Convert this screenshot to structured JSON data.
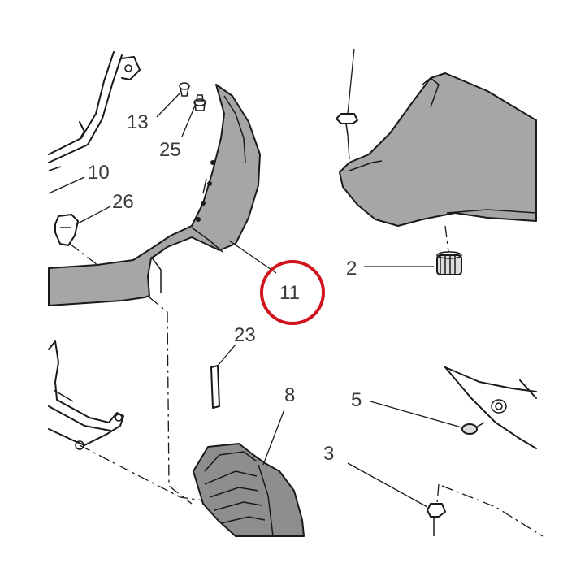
{
  "diagram": {
    "callouts": [
      {
        "id": "13",
        "text": "13"
      },
      {
        "id": "25",
        "text": "25"
      },
      {
        "id": "10",
        "text": "10"
      },
      {
        "id": "26",
        "text": "26"
      },
      {
        "id": "2",
        "text": "2"
      },
      {
        "id": "11",
        "text": "11"
      },
      {
        "id": "23",
        "text": "23"
      },
      {
        "id": "8",
        "text": "8"
      },
      {
        "id": "5",
        "text": "5"
      },
      {
        "id": "3",
        "text": "3"
      }
    ],
    "highlighted_callout": "11",
    "colors": {
      "highlight_ring": "#d0141e",
      "part_fill": "#a6a6a6",
      "line": "#1a1a1a",
      "label": "#3a3a3a"
    }
  }
}
